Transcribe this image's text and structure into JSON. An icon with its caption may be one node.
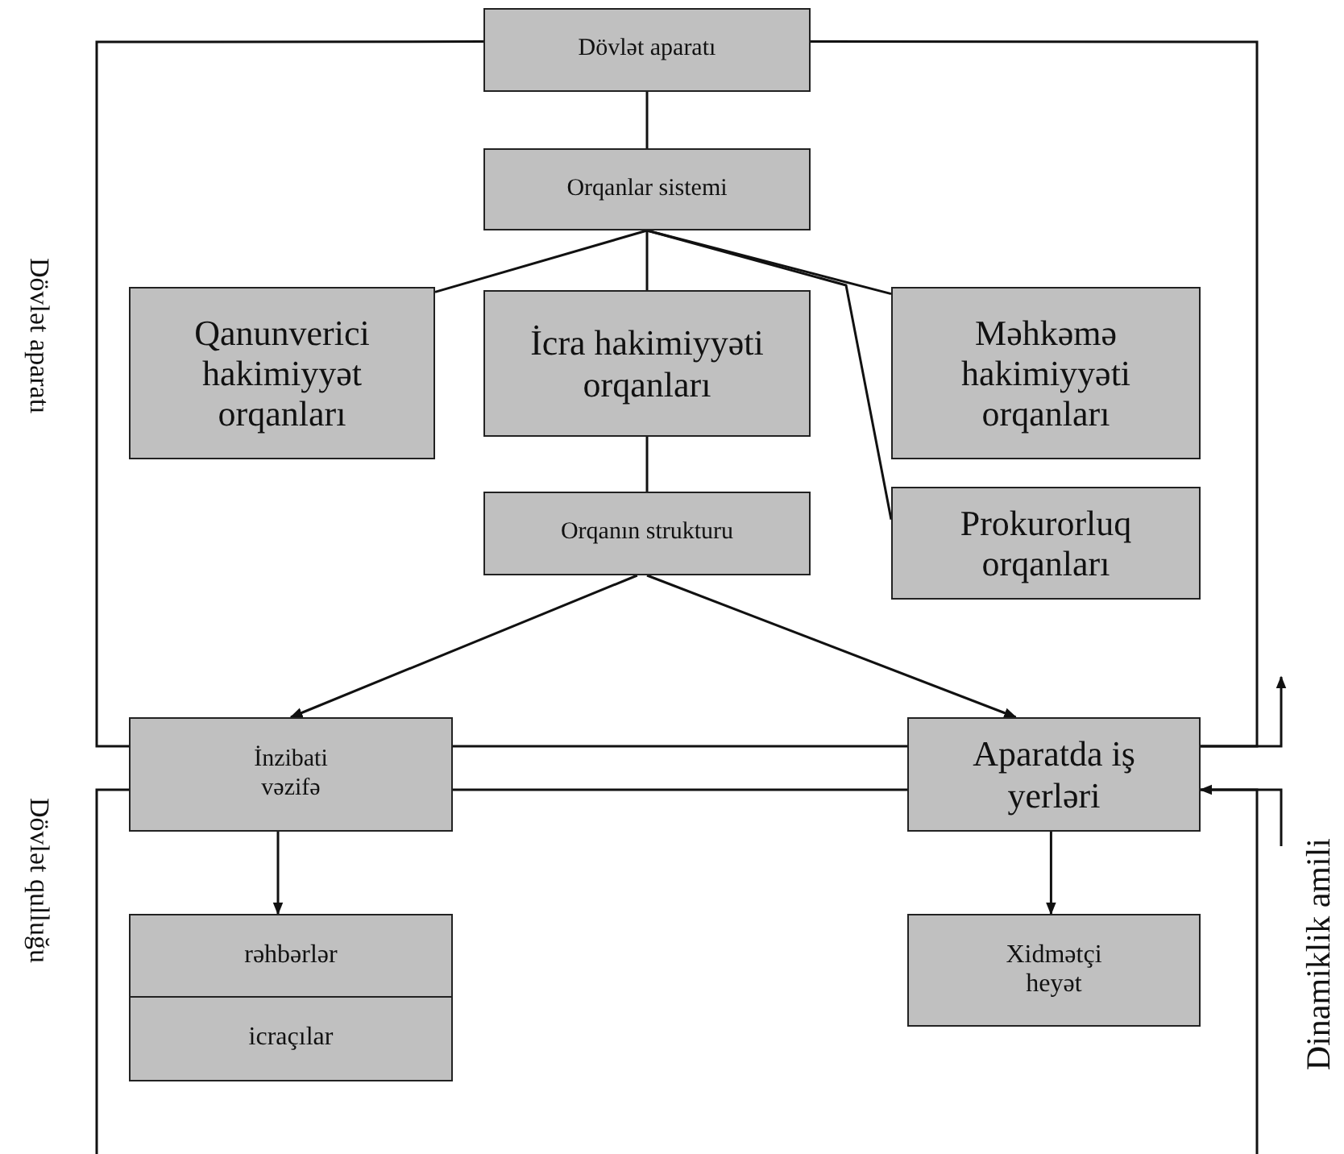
{
  "diagram": {
    "nodes": [
      {
        "text": [
          "Dövlət aparatı"
        ]
      },
      {
        "text": [
          "Orqanlar sistemi"
        ]
      },
      {
        "text": [
          "Qanunverici hakimiyyət orqanları"
        ]
      },
      {
        "text": [
          "İcra hakimiyyəti orqanları"
        ]
      },
      {
        "text": [
          "Məhkəmə hakimiyyəti orqanları"
        ]
      },
      {
        "text": [
          "Prokurorluq orqanları"
        ]
      },
      {
        "text": [
          "Orqanın strukturu"
        ]
      },
      {
        "text": [
          "İnzibati vəzifə"
        ]
      },
      {
        "text": [
          "Aparatda iş yerləri"
        ]
      },
      {
        "text": [
          "rəhbərlər"
        ]
      },
      {
        "text": [
          "icraçılar"
        ]
      },
      {
        "text": [
          "Xidmətçi heyət"
        ]
      }
    ],
    "edges": [
      {
        "from": 0,
        "to": 1,
        "arrow": "none"
      },
      {
        "from": 1,
        "to": 2,
        "arrow": "none"
      },
      {
        "from": 1,
        "to": 3,
        "arrow": "none"
      },
      {
        "from": 1,
        "to": 4,
        "arrow": "none"
      },
      {
        "from": 1,
        "to": 5,
        "arrow": "none"
      },
      {
        "from": 3,
        "to": 6,
        "arrow": "none"
      },
      {
        "from": 6,
        "to": 7,
        "arrow": "to"
      },
      {
        "from": 6,
        "to": 8,
        "arrow": "to"
      },
      {
        "from": 7,
        "to": 9,
        "arrow": "to"
      },
      {
        "from": 8,
        "to": 11,
        "arrow": "to"
      },
      {
        "from": 0,
        "to": 7,
        "arrow": "none"
      },
      {
        "from": 0,
        "to": 8,
        "arrow": "none"
      },
      {
        "from": 7,
        "to": 8,
        "arrow": "none"
      },
      {
        "from": 7,
        "to": 8,
        "arrow": "none"
      },
      {
        "from": 8,
        "to": null,
        "arrow": "to"
      },
      {
        "from": null,
        "to": 8,
        "arrow": "to"
      }
    ],
    "labels": [
      "Dövlət aparatı",
      "Dövlət qulluğu",
      "Dinamiklik amili"
    ]
  }
}
